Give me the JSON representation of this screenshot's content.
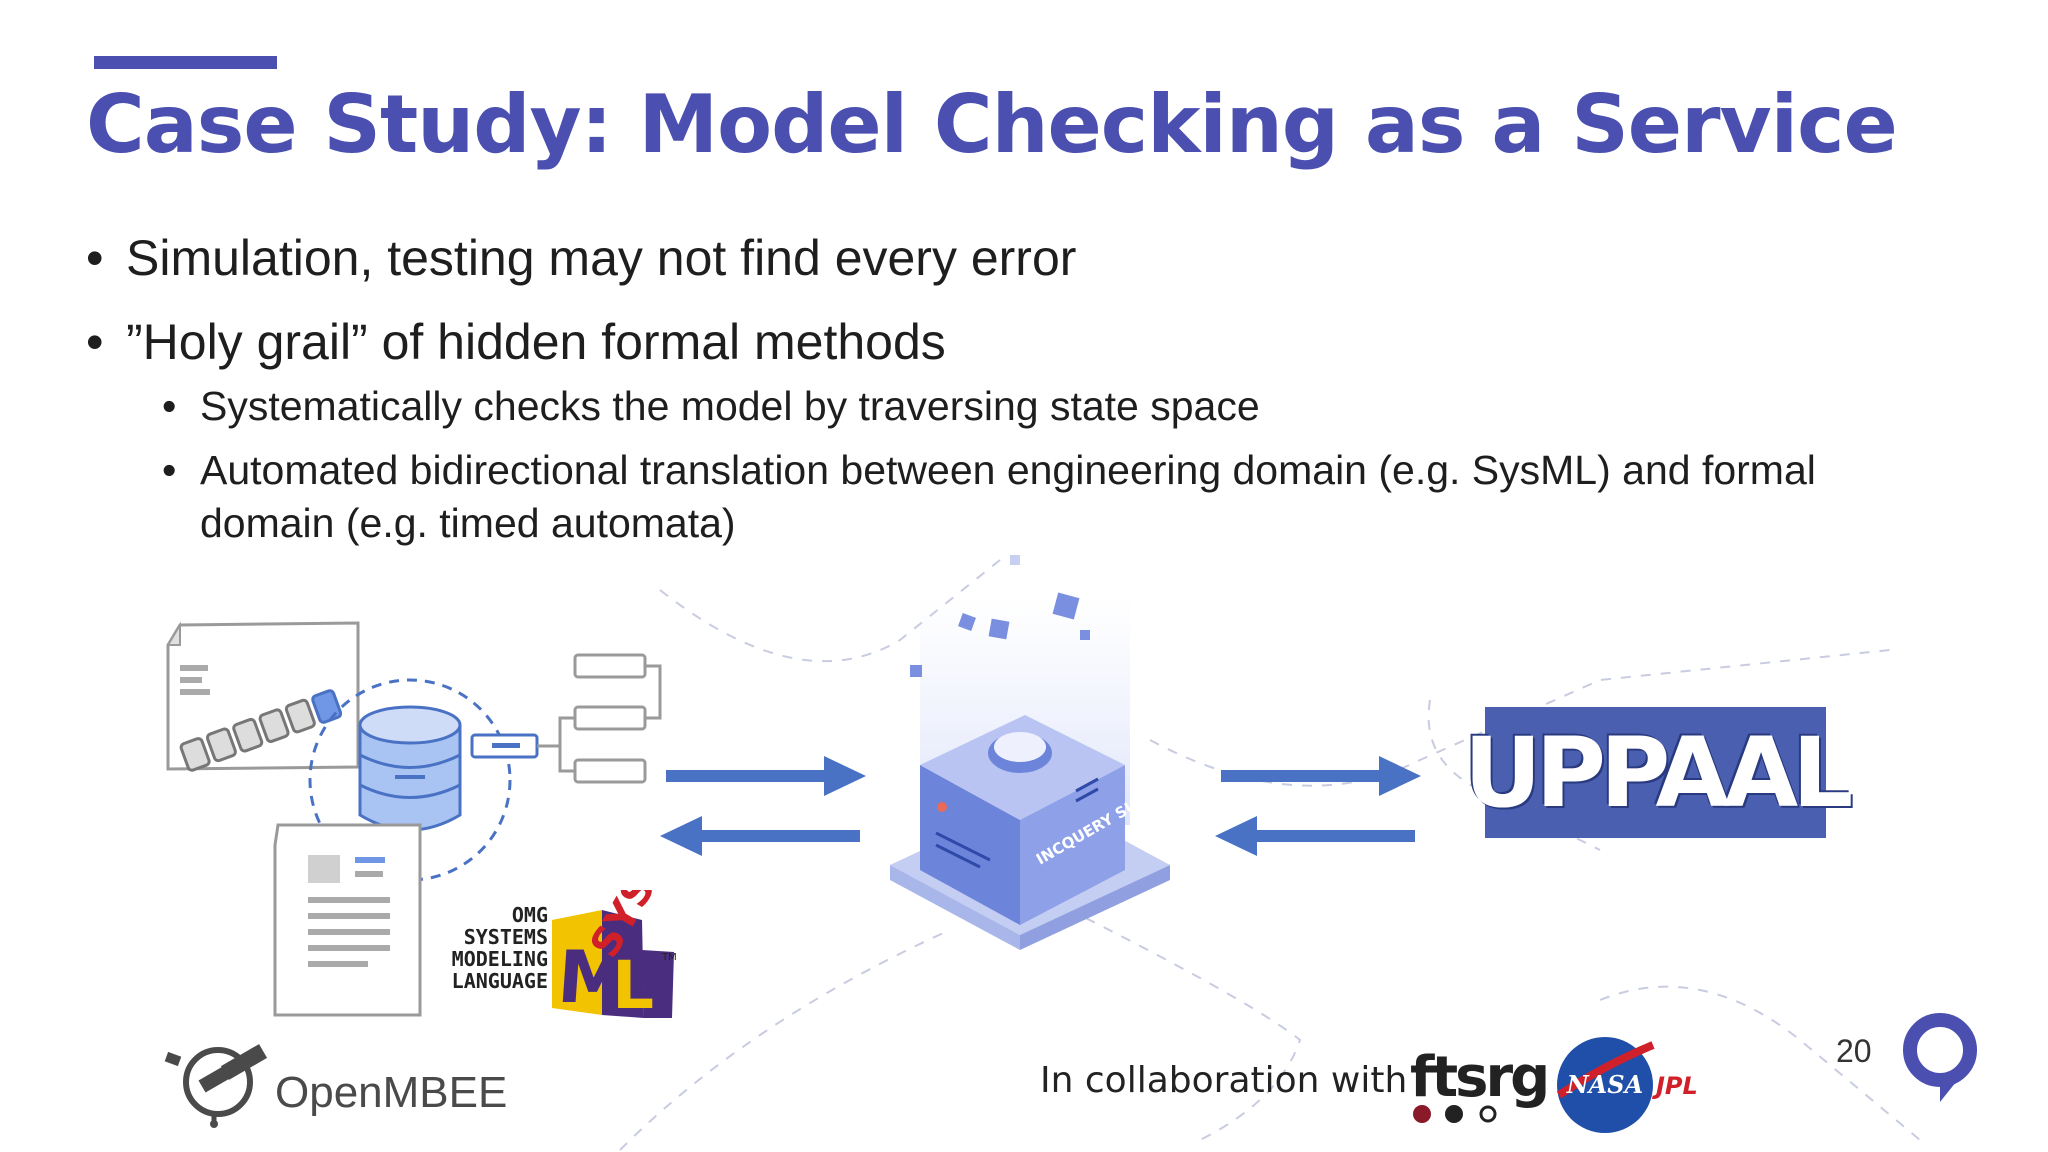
{
  "slide": {
    "title": "Case Study: Model Checking as a Service",
    "bullets": [
      "Simulation, testing may not find every error",
      "”Holy grail” of hidden formal methods"
    ],
    "sub_bullets": [
      "Systematically checks the model by traversing state space",
      "Automated bidirectional translation between engineering domain (e.g. SysML) and formal domain (e.g. timed automata)"
    ],
    "page_number": "20"
  },
  "diagram": {
    "incquery_label": "INCQUERY SUITE",
    "uppaal_label": "UPPAAL",
    "sysml": {
      "lines": [
        "OMG",
        "SYSTEMS",
        "MODELING",
        "LANGUAGE"
      ],
      "logo_text": "SYSML",
      "trademark": "TM"
    }
  },
  "footer": {
    "openmbee": "OpenMBEE",
    "collab_text": "In collaboration with",
    "ftsrg": "ftsrg",
    "nasa": "NASA",
    "jpl": "JPL"
  },
  "colors": {
    "accent": "#4a4fb0",
    "arrow": "#4a72c4",
    "uppaal_bg": "#4a5fb0",
    "box": "#7a8fe0"
  }
}
